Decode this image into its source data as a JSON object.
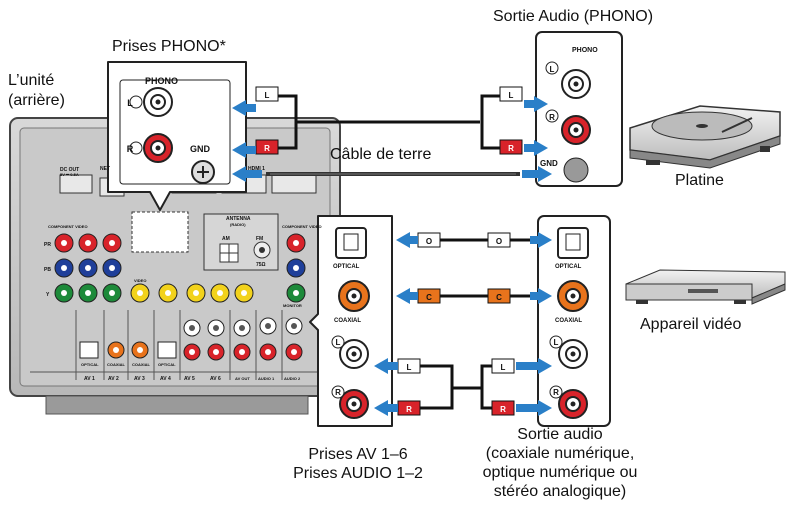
{
  "labels": {
    "phono_jacks_title": "Prises PHONO*",
    "phono_output_title": "Sortie Audio (PHONO)",
    "unit_line1": "L’unité",
    "unit_line2": "(arrière)",
    "ground_cable": "Câble de terre",
    "turntable": "Platine",
    "video_device": "Appareil vidéo",
    "av_jacks_line1": "Prises AV 1–6",
    "av_jacks_line2": "Prises AUDIO 1–2",
    "audio_out_line1": "Sortie audio",
    "audio_out_line2": "(coaxiale numérique,",
    "audio_out_line3": "optique numérique ou",
    "audio_out_line4": "stéréo analogique)"
  },
  "panel": {
    "phono": "PHONO",
    "gnd": "GND",
    "l": "L",
    "r": "R",
    "optical": "OPTICAL",
    "coaxial": "COAXIAL",
    "o": "O",
    "c": "C",
    "dc_out": "DC OUT",
    "dc_spec": "5V ⎓ 0.5A",
    "net": "NET",
    "hdmi1": "HDMI 1",
    "antenna": "ANTENNA",
    "radio": "(RADIO)",
    "am": "AM",
    "fm": "FM",
    "ohm": "75Ω",
    "component_video": "COMPONENT VIDEO",
    "video": "VIDEO",
    "monitor": "MONITOR",
    "pb": "PB",
    "pr": "PR",
    "y": "Y",
    "av_labels": [
      "AV 1",
      "AV 2",
      "AV 3",
      "AV 4",
      "AV 5",
      "AV 6",
      "AV OUT",
      "AUDIO 1",
      "AUDIO 2"
    ]
  },
  "colors": {
    "arrow": "#2a7fc8",
    "red_jack": "#d8232a",
    "orange_jack": "#e8731c",
    "panel": "#bfbfbf"
  }
}
